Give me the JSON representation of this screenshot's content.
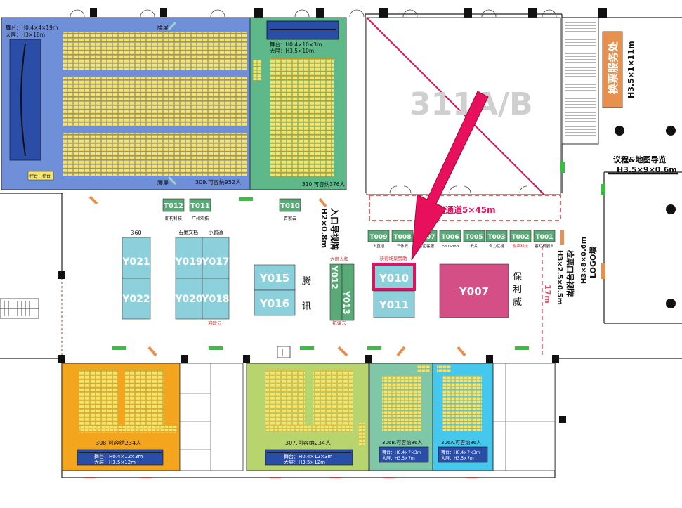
{
  "rooms": {
    "r309": {
      "stage": "舞台：H0.4×4×19m",
      "screen": "大屏：H3×18m",
      "capacity": "309.可容纳952人",
      "side_label": "腰屏",
      "bottom_label": "腰屏",
      "mini_labels": [
        "控台",
        "控台"
      ]
    },
    "r310": {
      "stage": "舞台：H0.4×10×3m",
      "screen": "大屏：H3.5×10m",
      "capacity": "310.可容纳376人"
    },
    "r311": {
      "name": "311A/B"
    },
    "r308": {
      "capacity": "308.可容纳234人",
      "stage": "舞台：H0.4×12×3m",
      "screen": "大屏：H3.5×12m"
    },
    "r307": {
      "capacity": "307.可容纳234人",
      "stage": "舞台：H0.4×12×3m",
      "screen": "大屏：H3.5×12m"
    },
    "r306b": {
      "capacity": "306B.可容纳86人",
      "stage": "舞台：H0.4×7×3m",
      "screen": "大屏：H3.5×7m"
    },
    "r306a": {
      "capacity": "306A.可容纳86人",
      "stage": "舞台：H0.4×7×3m",
      "screen": "大屏：H3.5×7m"
    }
  },
  "right_panel": {
    "service_desk": "换票服务处",
    "service_size": "H3.5×1×11m",
    "guide_title": "议程&地图导览",
    "guide_size": "H3.5×9×0.6m",
    "logo_wall": "LOGO墙",
    "logo_size": "H3×8×0.6m"
  },
  "signs": {
    "entrance": "入口导视牌",
    "entrance_size": "H2×0.8m",
    "ticket_check": "检票口导视牌",
    "ticket_check_size": "H3×2.5×0.5m",
    "distance": "17m",
    "passage": "让出通道5×45m"
  },
  "t_booths": [
    {
      "code": "T012",
      "company": "即构科技"
    },
    {
      "code": "T011",
      "company": "广州欢拓"
    },
    {
      "code": "T010",
      "company": "百家云"
    },
    {
      "code": "T009",
      "company": "上直播"
    },
    {
      "code": "T008",
      "company": "三体云"
    },
    {
      "code": "T007",
      "company": "智齿客服"
    },
    {
      "code": "T006",
      "company": "EduSoho"
    },
    {
      "code": "T005",
      "company": "云片"
    },
    {
      "code": "T003",
      "company": "合力亿捷"
    },
    {
      "code": "T002",
      "company": "融声科技"
    },
    {
      "code": "T001",
      "company": "容幻机器人"
    }
  ],
  "y_booths": [
    {
      "code": "Y021"
    },
    {
      "code": "Y022"
    },
    {
      "code": "Y019"
    },
    {
      "code": "Y020"
    },
    {
      "code": "Y017"
    },
    {
      "code": "Y018"
    },
    {
      "code": "Y015"
    },
    {
      "code": "Y016"
    },
    {
      "code": "Y012"
    },
    {
      "code": "Y013"
    },
    {
      "code": "Y010"
    },
    {
      "code": "Y011"
    },
    {
      "code": "Y007"
    }
  ],
  "booth_labels": {
    "l360": "360",
    "shimo": "石墨文档",
    "xiaopeng": "小鹏通",
    "rongyun": "容联云",
    "liuduren": "六度人和",
    "tuokeyun": "拓课云",
    "tengxun_1": "腾",
    "tengxun_2": "讯",
    "baoliwei_1": "保",
    "baoliwei_2": "利",
    "baoliwei_3": "威",
    "y010_tag": "获得场景赞助"
  },
  "colors": {
    "room309": "#6f8fd8",
    "room310": "#5eb88a",
    "room308": "#f2a51d",
    "room307": "#b8d46e",
    "room306b": "#7fc7a6",
    "room306a": "#46c8ee",
    "booth_t": "#5aaa78",
    "booth_y": "#8cd0dc",
    "booth_y007": "#d44f86",
    "highlight": "#e0115f",
    "arrow": "#e8105c",
    "seat": "#f7e46a",
    "stage": "#2a4ea8",
    "service": "#e8914e"
  }
}
